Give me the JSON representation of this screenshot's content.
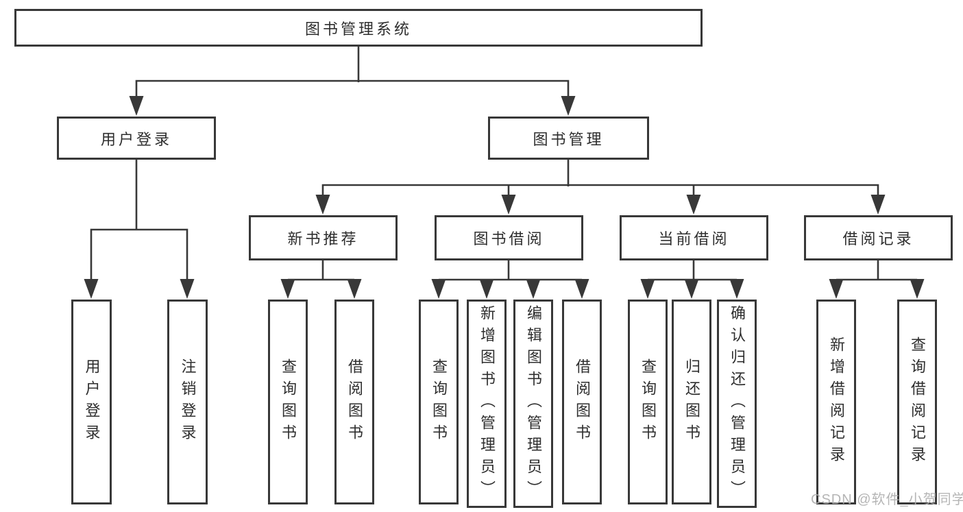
{
  "diagram_title": "图书管理系统",
  "tree": {
    "label": "图书管理系统",
    "children": [
      {
        "label": "用户登录",
        "children": [
          {
            "label": "用户登录"
          },
          {
            "label": "注销登录"
          }
        ]
      },
      {
        "label": "图书管理",
        "children": [
          {
            "label": "新书推荐",
            "children": [
              {
                "label": "查询图书"
              },
              {
                "label": "借阅图书"
              }
            ]
          },
          {
            "label": "图书借阅",
            "children": [
              {
                "label": "查询图书"
              },
              {
                "label": "新增图书（管理员）"
              },
              {
                "label": "编辑图书（管理员）"
              },
              {
                "label": "借阅图书"
              }
            ]
          },
          {
            "label": "当前借阅",
            "children": [
              {
                "label": "查询图书"
              },
              {
                "label": "归还图书"
              },
              {
                "label": "确认归还（管理员）"
              }
            ]
          },
          {
            "label": "借阅记录",
            "children": [
              {
                "label": "新增借阅记录"
              },
              {
                "label": "查询借阅记录"
              }
            ]
          }
        ]
      }
    ]
  },
  "watermark": {
    "text": "CSDN @软件_小贺同学"
  },
  "colors": {
    "background": "#ffffff",
    "box_border": "#383838",
    "connector_line": "#383838",
    "text": "#2e2e2e",
    "watermark": "#afafaf"
  }
}
